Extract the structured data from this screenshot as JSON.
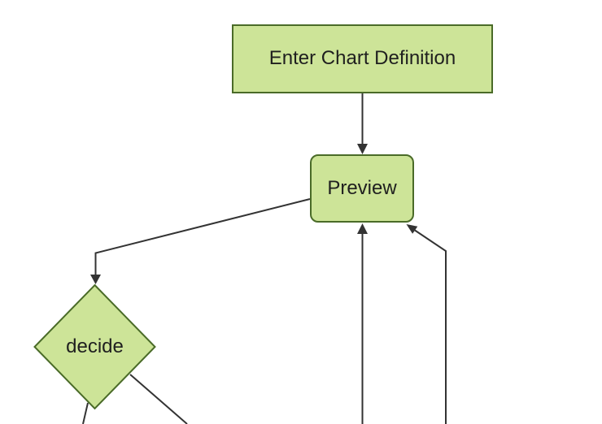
{
  "colors": {
    "background": "#ffffff",
    "node-fill": "#cde498",
    "node-border": "#4a6b28",
    "edge-color": "#333333",
    "text-color": "#1f1f1f"
  },
  "flowchart": {
    "nodes": [
      {
        "id": "enter-chart-definition",
        "label": "Enter Chart Definition",
        "shape": "rectangle"
      },
      {
        "id": "preview",
        "label": "Preview",
        "shape": "rounded-rectangle"
      },
      {
        "id": "decide",
        "label": "decide",
        "shape": "diamond"
      }
    ],
    "edges": [
      {
        "from": "enter-chart-definition",
        "to": "preview",
        "arrowhead": true
      },
      {
        "from": "preview",
        "to": "decide",
        "arrowhead": true
      },
      {
        "from": "offscreen-bottom",
        "to": "preview",
        "arrowhead": true
      },
      {
        "from": "offscreen-bottom-right",
        "to": "preview",
        "arrowhead": true
      },
      {
        "from": "decide",
        "to": "offscreen-bottom-left",
        "arrowhead": false
      },
      {
        "from": "decide",
        "to": "offscreen-bottom-right",
        "arrowhead": false
      }
    ]
  }
}
